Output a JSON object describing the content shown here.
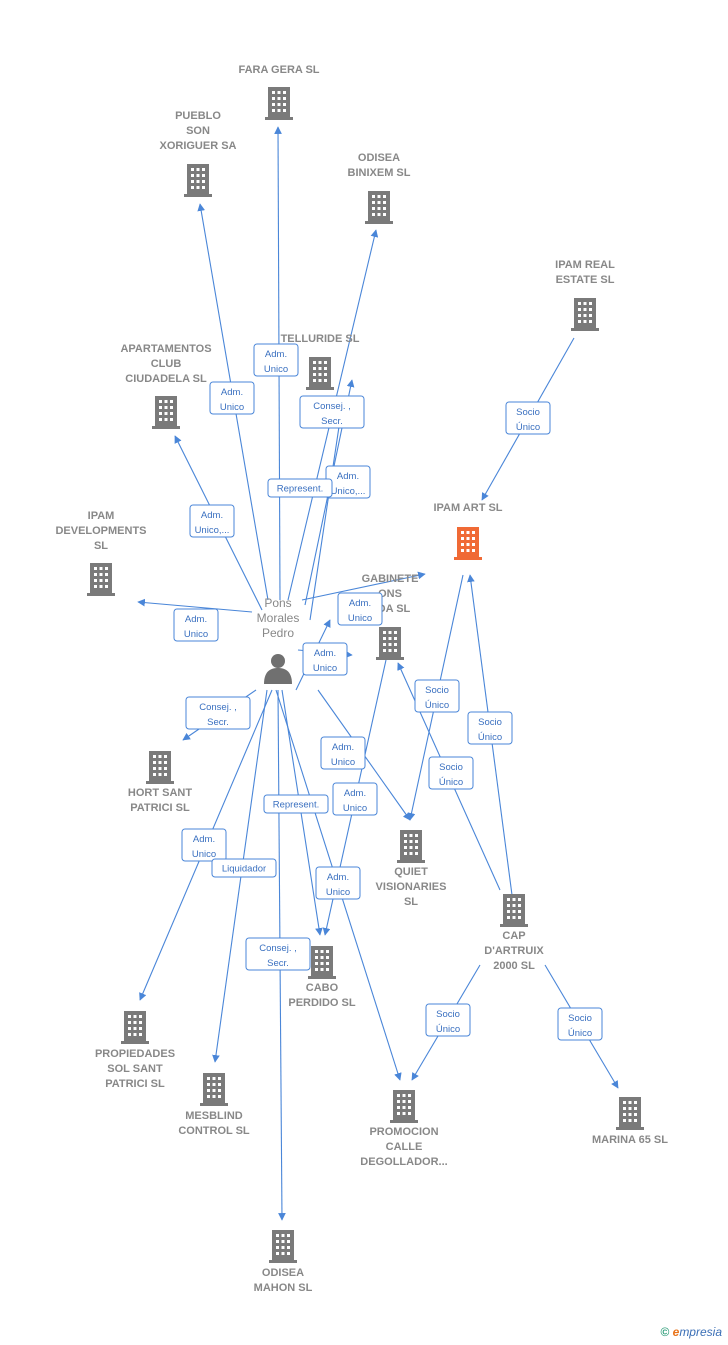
{
  "colors": {
    "edge": "#4a86d8",
    "building": "#7a7a7a",
    "focus_building": "#f06a35",
    "person": "#707070"
  },
  "brand": {
    "copyright": "©",
    "name_first": "e",
    "name_rest": "mpresia"
  },
  "nodes": [
    {
      "id": "fara_gera",
      "type": "company",
      "lines": [
        "FARA GERA SL"
      ]
    },
    {
      "id": "pueblo",
      "type": "company",
      "lines": [
        "PUEBLO",
        "SON",
        "XORIGUER SA"
      ]
    },
    {
      "id": "odisea_binixem",
      "type": "company",
      "lines": [
        "ODISEA",
        "BINIXEM  SL"
      ]
    },
    {
      "id": "ipam_real",
      "type": "company",
      "lines": [
        "IPAM REAL",
        "ESTATE  SL"
      ]
    },
    {
      "id": "telluride",
      "type": "company",
      "lines": [
        "TELLURIDE  SL"
      ]
    },
    {
      "id": "apartamentos",
      "type": "company",
      "lines": [
        "APARTAMENTOS",
        "CLUB",
        "CIUDADELA  SL"
      ]
    },
    {
      "id": "ipam_art",
      "type": "focus",
      "lines": [
        "IPAM ART  SL"
      ]
    },
    {
      "id": "ipam_dev",
      "type": "company",
      "lines": [
        "IPAM",
        "DEVELOPMENTS",
        "SL"
      ]
    },
    {
      "id": "gabinete",
      "type": "company",
      "lines": [
        "GABINETE",
        "ONS",
        "ADA  SL"
      ]
    },
    {
      "id": "pons",
      "type": "person",
      "lines": [
        "Pons",
        "Morales",
        "Pedro"
      ]
    },
    {
      "id": "hort",
      "type": "company",
      "lines": [
        "HORT SANT",
        "PATRICI  SL"
      ]
    },
    {
      "id": "quiet",
      "type": "company",
      "lines": [
        "QUIET",
        "VISIONARIES",
        "SL"
      ]
    },
    {
      "id": "cap",
      "type": "company",
      "lines": [
        "CAP",
        "D'ARTRUIX",
        "2000 SL"
      ]
    },
    {
      "id": "cabo",
      "type": "company",
      "lines": [
        "CABO",
        "PERDIDO SL"
      ]
    },
    {
      "id": "propiedades",
      "type": "company",
      "lines": [
        "PROPIEDADES",
        "SOL SANT",
        "PATRICI  SL"
      ]
    },
    {
      "id": "mesblind",
      "type": "company",
      "lines": [
        "MESBLIND",
        "CONTROL SL"
      ]
    },
    {
      "id": "promocion",
      "type": "company",
      "lines": [
        "PROMOCION",
        "CALLE",
        "DEGOLLADOR..."
      ]
    },
    {
      "id": "marina",
      "type": "company",
      "lines": [
        "MARINA 65  SL"
      ]
    },
    {
      "id": "odisea_mahon",
      "type": "company",
      "lines": [
        "ODISEA",
        "MAHON  SL"
      ]
    }
  ],
  "badges": [
    {
      "lines": [
        "Adm.",
        "Unico"
      ]
    },
    {
      "lines": [
        "Adm.",
        "Unico"
      ]
    },
    {
      "lines": [
        "Consej. ,",
        "Secr."
      ]
    },
    {
      "lines": [
        "Socio",
        "Único"
      ]
    },
    {
      "lines": [
        "Adm.",
        "Unico,..."
      ]
    },
    {
      "lines": [
        "Represent."
      ]
    },
    {
      "lines": [
        "Adm.",
        "Unico,..."
      ]
    },
    {
      "lines": [
        "Adm.",
        "Unico"
      ]
    },
    {
      "lines": [
        "Adm.",
        "Unico"
      ]
    },
    {
      "lines": [
        "Adm.",
        "Unico"
      ]
    },
    {
      "lines": [
        "Consej. ,",
        "Secr."
      ]
    },
    {
      "lines": [
        "Socio",
        "Único"
      ]
    },
    {
      "lines": [
        "Socio",
        "Único"
      ]
    },
    {
      "lines": [
        "Socio",
        "Único"
      ]
    },
    {
      "lines": [
        "Adm.",
        "Unico"
      ]
    },
    {
      "lines": [
        "Represent."
      ]
    },
    {
      "lines": [
        "Adm.",
        "Unico"
      ]
    },
    {
      "lines": [
        "Adm.",
        "Unico"
      ]
    },
    {
      "lines": [
        "Liquidador"
      ]
    },
    {
      "lines": [
        "Adm.",
        "Unico"
      ]
    },
    {
      "lines": [
        "Consej. ,",
        "Secr."
      ]
    },
    {
      "lines": [
        "Socio",
        "Único"
      ]
    },
    {
      "lines": [
        "Socio",
        "Único"
      ]
    }
  ]
}
